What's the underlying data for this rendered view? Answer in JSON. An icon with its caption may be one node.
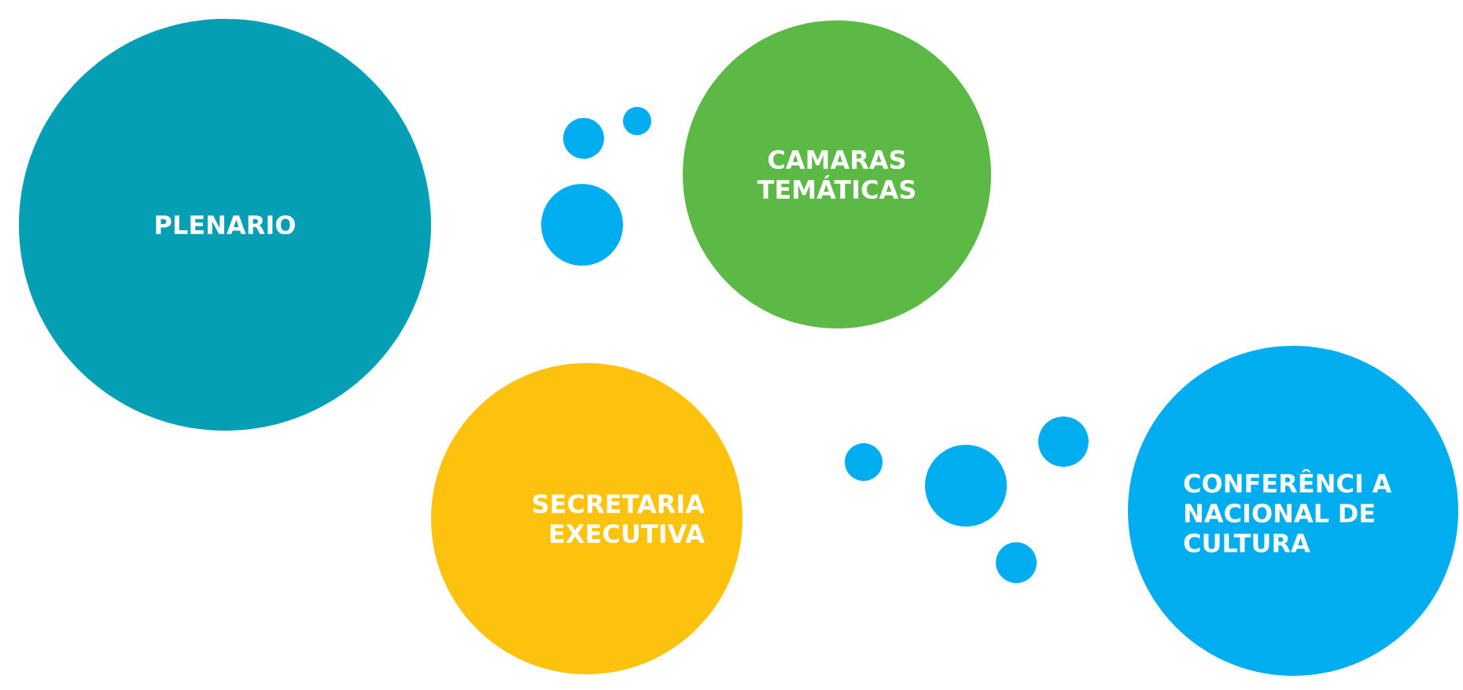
{
  "diagram": {
    "nodes": [
      {
        "text": [
          "PLENARIO"
        ]
      },
      {
        "text": [],
        "shape": "circle"
      },
      {
        "text": [],
        "shape": "circle"
      },
      {
        "text": [],
        "shape": "circle"
      },
      {
        "text": [
          "CAMARAS TEMÁTICAS"
        ]
      },
      {
        "text": [
          "SECRETARIA EXECUTIVA"
        ]
      },
      {
        "text": [],
        "shape": "circle"
      },
      {
        "text": [],
        "shape": "circle"
      },
      {
        "text": [],
        "shape": "circle"
      },
      {
        "text": [],
        "shape": "circle"
      },
      {
        "text": [
          "CONFERÊNCI A NACIONAL DE CULTURA"
        ]
      }
    ]
  }
}
